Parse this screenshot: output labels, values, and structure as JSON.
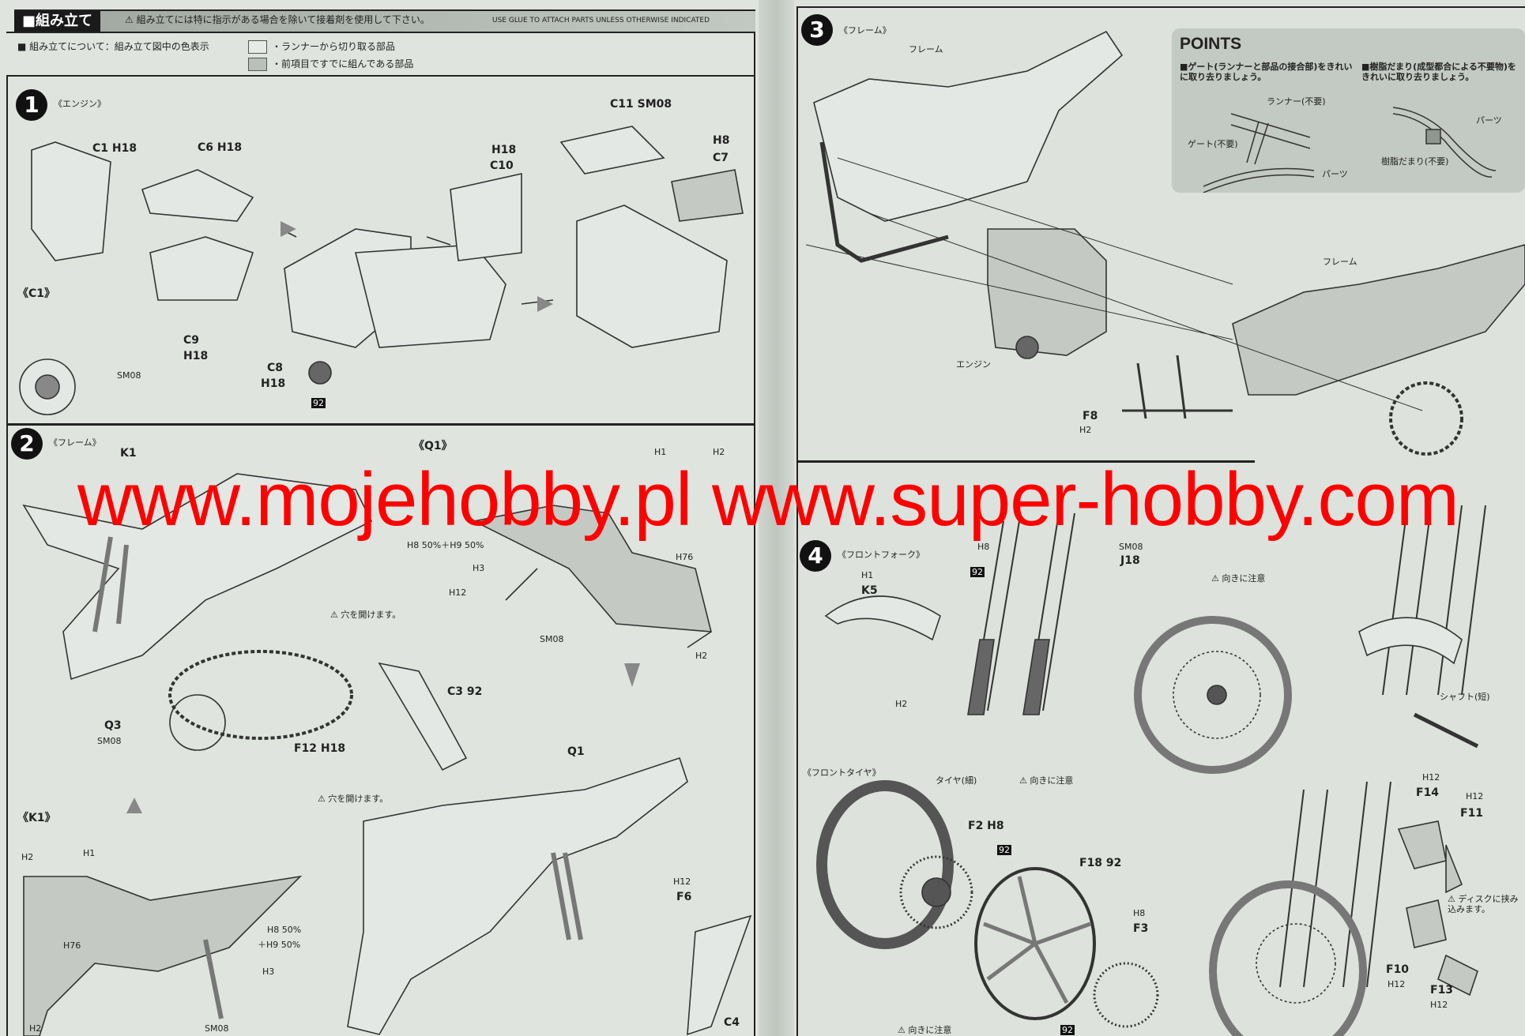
{
  "header": {
    "title": "■組み立て",
    "warning": "組み立てには特に指示がある場合を除いて接着剤を使用して下さい。",
    "warning_en": "USE GLUE TO ATTACH PARTS UNLESS OTHERWISE INDICATED",
    "legend_title": "■ 組み立てについて：組み立て図中の色表示",
    "legend_items": [
      "・ランナーから切り取る部品",
      "・前項目ですでに組んである部品"
    ]
  },
  "points": {
    "title": "POINTS",
    "item1": "■ゲート(ランナーと部品の接合部)をきれいに取り去りましょう。",
    "item2": "■樹脂だまり(成型都合による不要物)をきれいに取り去りましょう。",
    "labels": [
      "ランナー(不要)",
      "ゲート(不要)",
      "パーツ",
      "パーツ",
      "樹脂だまり(不要)"
    ]
  },
  "steps": [
    {
      "number": "1",
      "title": "《エンジン》",
      "labels": [
        "C1 H18",
        "C6 H18",
        "H18",
        "C10",
        "C11 SM08",
        "H8",
        "C7",
        "《C1》",
        "SM08",
        "C9",
        "H18",
        "C8",
        "H18",
        "92"
      ]
    },
    {
      "number": "2",
      "title": "《フレーム》",
      "labels": [
        "K1",
        "《Q1》",
        "H1",
        "H2",
        "H8 50%＋H9 50%",
        "H3",
        "H76",
        "H12",
        "⚠ 穴を開けます。",
        "SM08",
        "H2",
        "Q3",
        "SM08",
        "F12 H18",
        "C3 92",
        "Q1",
        "⚠ 穴を開けます。",
        "《K1》",
        "H2",
        "H1",
        "H76",
        "H8 50%",
        "＋H9 50%",
        "H3",
        "H2",
        "SM08",
        "H12",
        "F6",
        "C4"
      ]
    },
    {
      "number": "3",
      "title": "《フレーム》",
      "labels": [
        "フレーム",
        "フレーム",
        "エンジン",
        "F8",
        "H2"
      ]
    },
    {
      "number": "4",
      "title": "《フロントフォーク》",
      "labels": [
        "H8",
        "SM08",
        "J18",
        "H1",
        "K5",
        "92",
        "⚠ 向きに注意",
        "H2",
        "シャフト(短)",
        "《フロントタイヤ》",
        "タイヤ(細)",
        "⚠ 向きに注意",
        "F2 H8",
        "92",
        "F18 92",
        "H8",
        "F3",
        "H12",
        "F14",
        "H12",
        "F11",
        "⚠ ディスクに挟み込みます。",
        "F10",
        "H12",
        "F13",
        "H12",
        "⚠ 向きに注意",
        "92"
      ]
    }
  ],
  "watermark": "www.mojehobby.pl www.super-hobby.com"
}
